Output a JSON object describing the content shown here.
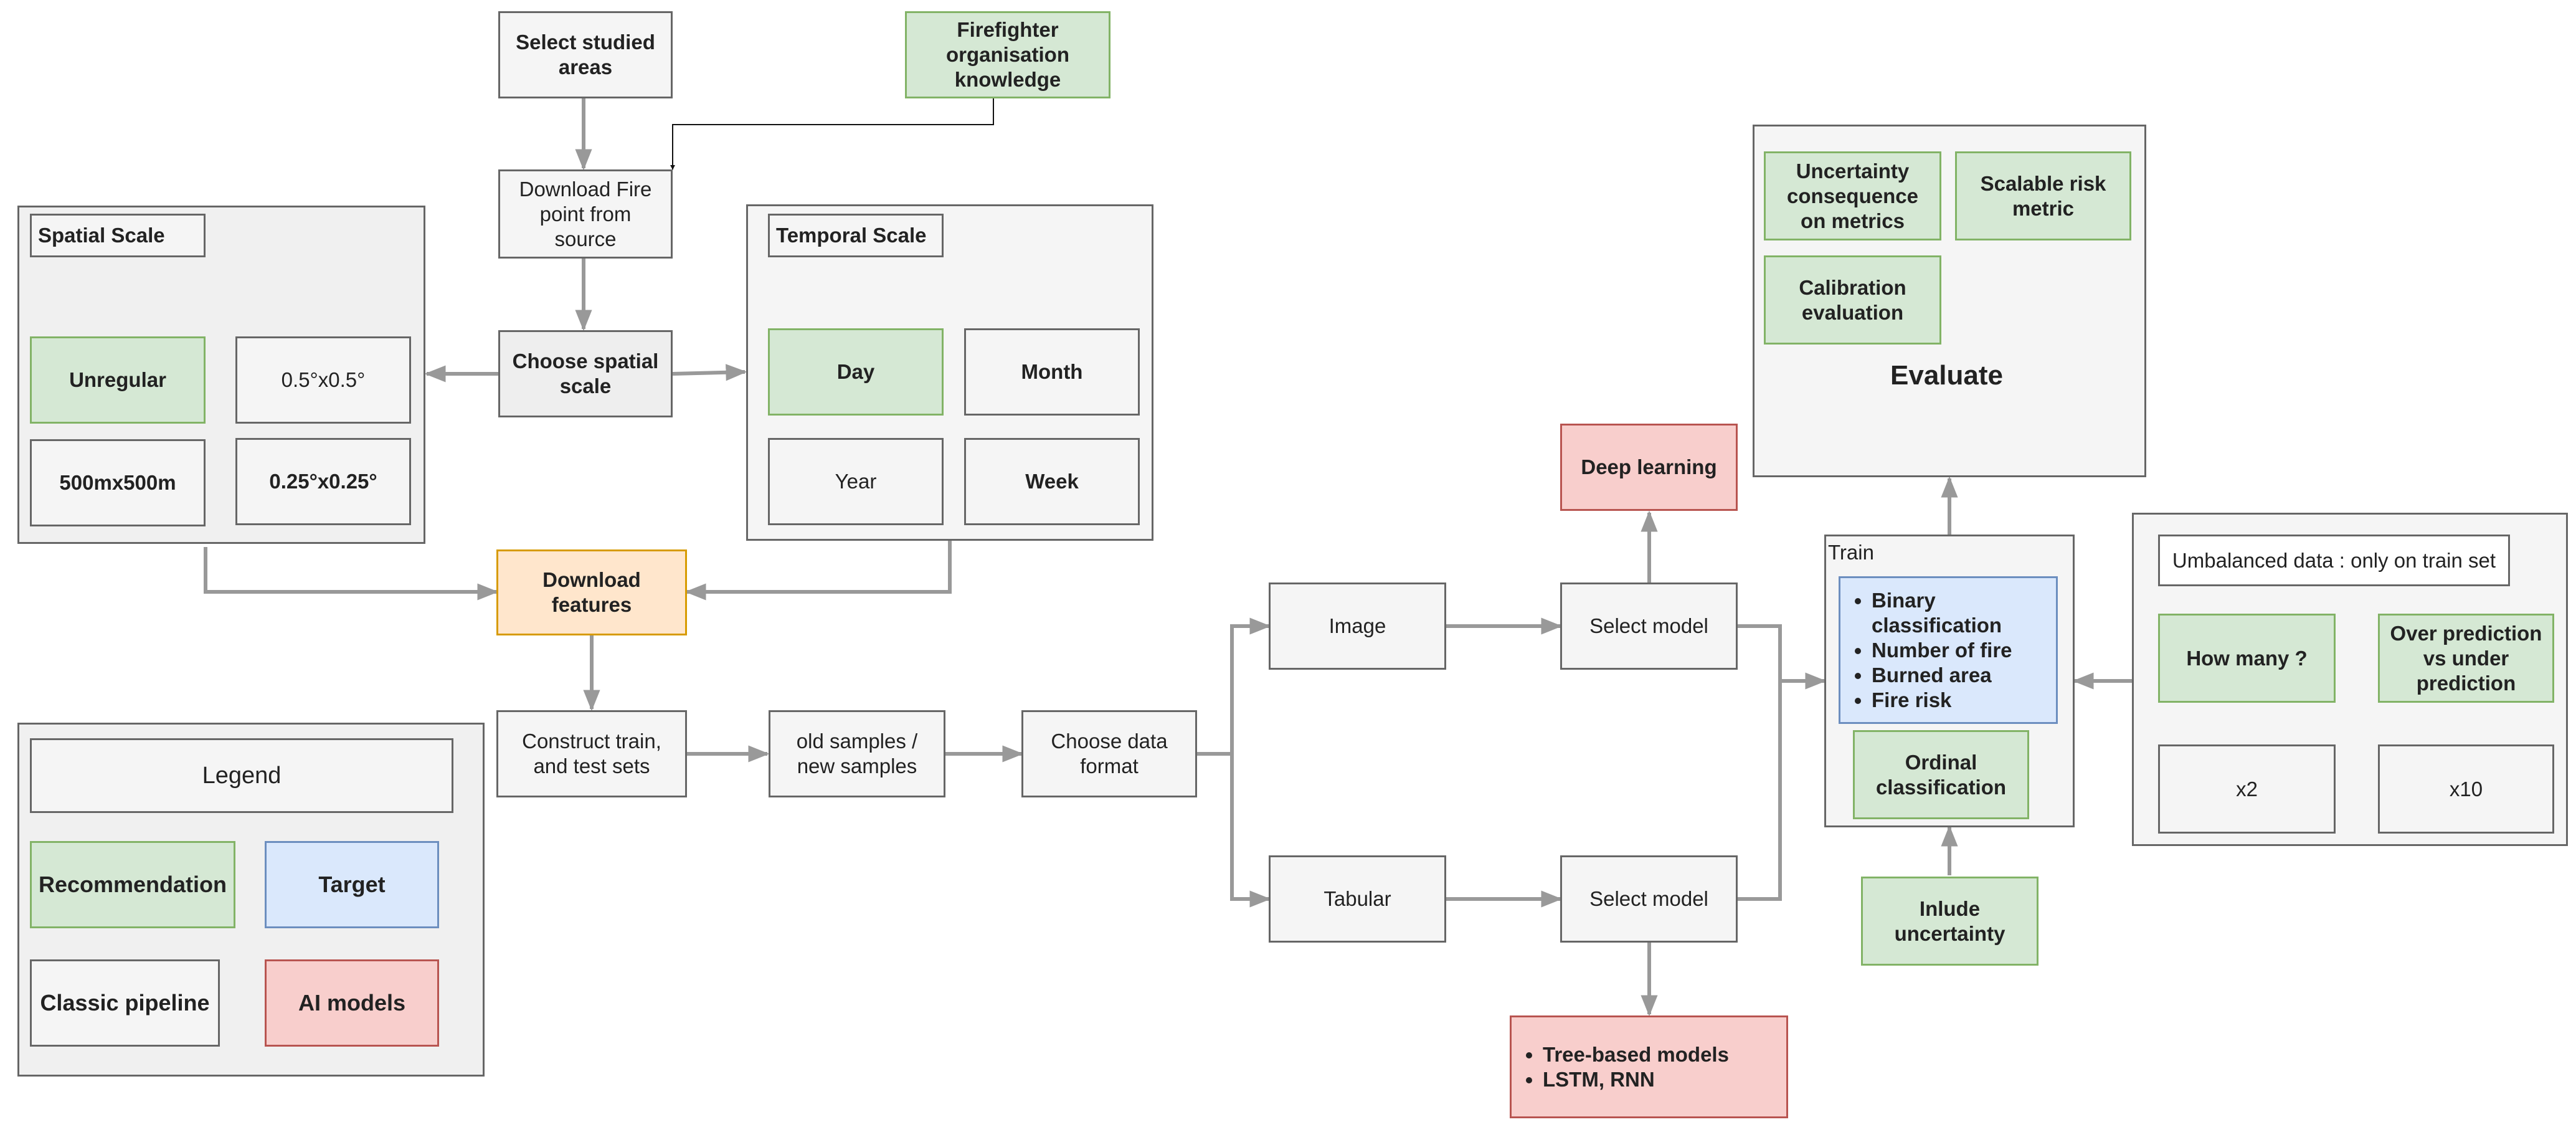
{
  "diagram": {
    "select_areas": "Select studied areas",
    "firefighter": "Firefighter organisation knowledge",
    "download_fire": "Download Fire point from source",
    "choose_spatial": "Choose spatial scale",
    "spatial_scale": {
      "title": "Spatial Scale",
      "unregular": "Unregular",
      "deg05": "0.5°x0.5°",
      "m500": "500mx500m",
      "deg025": "0.25°x0.25°"
    },
    "temporal_scale": {
      "title": "Temporal Scale",
      "day": "Day",
      "month": "Month",
      "year": "Year",
      "week": "Week"
    },
    "download_features": "Download features",
    "construct_sets": "Construct train, and test sets",
    "old_new_samples": "old samples / new samples",
    "choose_format": "Choose data format",
    "image": "Image",
    "tabular": "Tabular",
    "select_model_top": "Select model",
    "select_model_bottom": "Select model",
    "deep_learning": "Deep learning",
    "tree_models": [
      "Tree-based models",
      "LSTM, RNN"
    ],
    "train": {
      "title": "Train",
      "targets": [
        "Binary classification",
        "Number of fire",
        "Burned area",
        "Fire risk"
      ],
      "ordinal": "Ordinal classification"
    },
    "include_uncertainty": "Inlude uncertainty",
    "evaluate": {
      "title": "Evaluate",
      "uncertainty_metrics": "Uncertainty consequence on metrics",
      "scalable_metric": "Scalable risk metric",
      "calibration": "Calibration evaluation"
    },
    "unbalanced": {
      "title": "Umbalanced data : only on train set",
      "how_many": "How many ?",
      "over_under": "Over prediction vs under prediction",
      "x2": "x2",
      "x10": "x10"
    },
    "legend": {
      "title": "Legend",
      "recommendation": "Recommendation",
      "target": "Target",
      "classic": "Classic pipeline",
      "ai_models": "AI models"
    }
  },
  "colors": {
    "recommendation": "#d5e8d4",
    "target": "#dae8fc",
    "ai_models": "#f8cecc",
    "download_features": "#ffe6cc",
    "classic": "#f5f5f5"
  }
}
